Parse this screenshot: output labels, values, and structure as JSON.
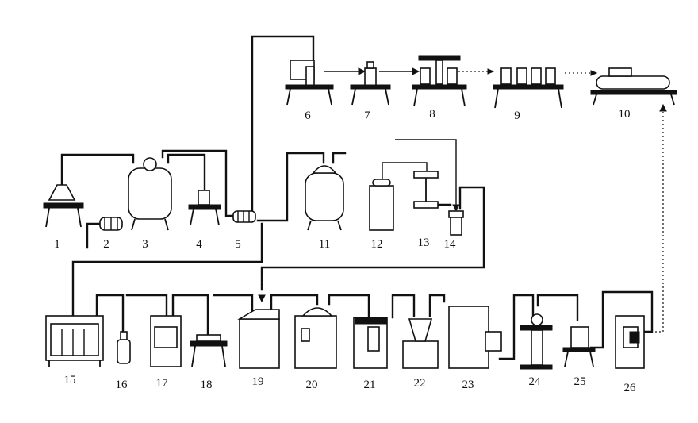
{
  "labels": {
    "u1": "1",
    "u2": "2",
    "u3": "3",
    "u4": "4",
    "u5": "5",
    "u6": "6",
    "u7": "7",
    "u8": "8",
    "u9": "9",
    "u10": "10",
    "u11": "11",
    "u12": "12",
    "u13": "13",
    "u14": "14",
    "u15": "15",
    "u16": "16",
    "u17": "17",
    "u18": "18",
    "u19": "19",
    "u20": "20",
    "u21": "21",
    "u22": "22",
    "u23": "23",
    "u24": "24",
    "u25": "25",
    "u26": "26"
  },
  "colors": {
    "line": "#111111",
    "background": "#ffffff"
  }
}
